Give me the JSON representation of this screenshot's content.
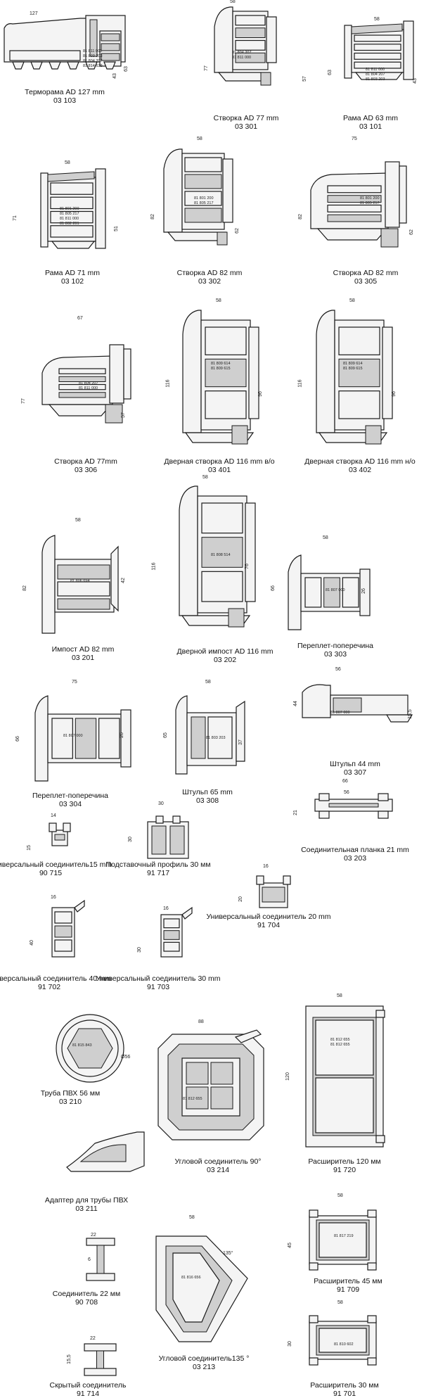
{
  "profiles": [
    {
      "key": "p1",
      "name": "Терморама AD 127 mm",
      "code": "03 103",
      "dims": [
        "127",
        "43",
        "63"
      ],
      "codes": [
        "81 811 000",
        "81 803 203",
        "81 804 207",
        "81 814 639"
      ]
    },
    {
      "key": "p2",
      "name": "Створка AD 77 mm",
      "code": "03 301",
      "dims": [
        "58",
        "77",
        "57"
      ],
      "codes": [
        "81 804 207",
        "81 811 000"
      ]
    },
    {
      "key": "p3",
      "name": "Рама AD 63 mm",
      "code": "03 101",
      "dims": [
        "58",
        "63",
        "43"
      ],
      "codes": [
        "81 811 000",
        "81 804 207",
        "81 803 203"
      ]
    },
    {
      "key": "p4",
      "name": "Рама AD 71 mm",
      "code": "03 102",
      "dims": [
        "58",
        "71",
        "51"
      ],
      "codes": [
        "81 801 200",
        "81 805 217",
        "81 811 000",
        "81 802 201"
      ]
    },
    {
      "key": "p5",
      "name": "Створка AD 82 mm",
      "code": "03 302",
      "dims": [
        "58",
        "82",
        "62"
      ],
      "codes": [
        "81 801 200",
        "81 805 217"
      ]
    },
    {
      "key": "p6",
      "name": "Створка AD 82 mm",
      "code": "03 305",
      "dims": [
        "75",
        "82",
        "62"
      ],
      "codes": [
        "81 801 200",
        "81 805 217"
      ]
    },
    {
      "key": "p7",
      "name": "Створка AD 77mm",
      "code": "03 306",
      "dims": [
        "67",
        "77",
        "57"
      ],
      "codes": [
        "81 804 207",
        "81 811 000"
      ]
    },
    {
      "key": "p8",
      "name": "Дверная створка AD 116 mm в/о",
      "code": "03 401",
      "dims": [
        "58",
        "116",
        "96"
      ],
      "codes": [
        "81 809 614",
        "81 809 615"
      ]
    },
    {
      "key": "p9",
      "name": "Дверная створка AD 116 mm н/о",
      "code": "03 402",
      "dims": [
        "58",
        "116",
        "96"
      ],
      "codes": [
        "81 809 614",
        "81 809 615"
      ]
    },
    {
      "key": "p10",
      "name": "Импост AD 82 mm",
      "code": "03 201",
      "dims": [
        "58",
        "82",
        "42"
      ],
      "codes": [
        "81 806 694"
      ]
    },
    {
      "key": "p11",
      "name": "Дверной импост AD 116 mm",
      "code": "03 202",
      "dims": [
        "58",
        "116",
        "76"
      ],
      "codes": [
        "81 808 514"
      ]
    },
    {
      "key": "p12",
      "name": "Переплет-поперечина",
      "code": "03 303",
      "dims": [
        "58",
        "66",
        "26"
      ],
      "codes": [
        "81 807 000"
      ]
    },
    {
      "key": "p13",
      "name": "Переплет-поперечина",
      "code": "03 304",
      "dims": [
        "75",
        "66",
        "26"
      ],
      "codes": [
        "81 807 000"
      ]
    },
    {
      "key": "p14",
      "name": "Штульп 65 mm",
      "code": "03 308",
      "dims": [
        "58",
        "65",
        "37"
      ],
      "codes": [
        "81 803 203"
      ]
    },
    {
      "key": "p15",
      "name": "Штульп 44 mm",
      "code": "03 307",
      "dims": [
        "56",
        "44",
        "15,5"
      ],
      "codes": [
        "81 807 000"
      ]
    },
    {
      "key": "p16",
      "name": "Соединительная планка 21 mm",
      "code": "03 203",
      "dims": [
        "66",
        "56",
        "21"
      ],
      "codes": []
    },
    {
      "key": "p17",
      "name": "Универсальный соединитель15 mm",
      "code": "90 715",
      "dims": [
        "14",
        "15"
      ],
      "codes": []
    },
    {
      "key": "p18",
      "name": "Подставочный профиль 30 мм",
      "code": "91 717",
      "dims": [
        "30",
        "30"
      ],
      "codes": []
    },
    {
      "key": "p19",
      "name": "Универсальный соединитель 20 mm",
      "code": "91 704",
      "dims": [
        "16",
        "20"
      ],
      "codes": []
    },
    {
      "key": "p20",
      "name": "Универсальный соединитель 40 mm",
      "code": "91 702",
      "dims": [
        "16",
        "40"
      ],
      "codes": []
    },
    {
      "key": "p21",
      "name": "Универсальный соединитель 30 mm",
      "code": "91 703",
      "dims": [
        "16",
        "30"
      ],
      "codes": []
    },
    {
      "key": "p22",
      "name": "Труба ПВХ 56 мм",
      "code": "03 210",
      "dims": [
        "Ø56"
      ],
      "codes": [
        "81 815 843"
      ]
    },
    {
      "key": "p23",
      "name": "Угловой соединитель 90°",
      "code": "03 214",
      "dims": [
        "88"
      ],
      "codes": [
        "81 812 655"
      ]
    },
    {
      "key": "p24",
      "name": "Расширитель 120 мм",
      "code": "91 720",
      "dims": [
        "58",
        "120"
      ],
      "codes": [
        "81 812 655",
        "81 812 655"
      ]
    },
    {
      "key": "p25",
      "name": "Адаптер для трубы ПВХ",
      "code": "03 211",
      "dims": [],
      "codes": []
    },
    {
      "key": "p26",
      "name": "Соединитель 22 мм",
      "code": "90 708",
      "dims": [
        "22",
        "6"
      ],
      "codes": []
    },
    {
      "key": "p27",
      "name": "Угловой соединитель135 °",
      "code": "03 213",
      "dims": [
        "58",
        "135°"
      ],
      "codes": [
        "81 816 656"
      ]
    },
    {
      "key": "p28",
      "name": "Расширитель 45 мм",
      "code": "91 709",
      "dims": [
        "58",
        "45"
      ],
      "codes": [
        "81 817 219"
      ]
    },
    {
      "key": "p29",
      "name": "Скрытый соединитель",
      "code": "91 714",
      "dims": [
        "22",
        "15,5"
      ],
      "codes": []
    },
    {
      "key": "p30",
      "name": "Расширитель 30 мм",
      "code": "91 701",
      "dims": [
        "58",
        "30"
      ],
      "codes": [
        "81 810 602"
      ]
    }
  ]
}
